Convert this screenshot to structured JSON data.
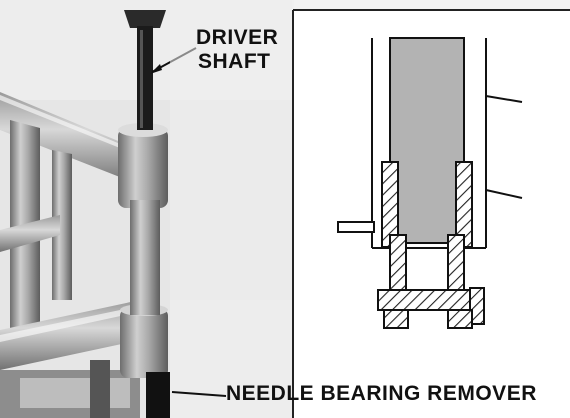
{
  "labels": {
    "driver": "DRIVER",
    "shaft": "SHAFT",
    "needle_bearing_remover": "NEEDLE BEARING REMOVER"
  }
}
